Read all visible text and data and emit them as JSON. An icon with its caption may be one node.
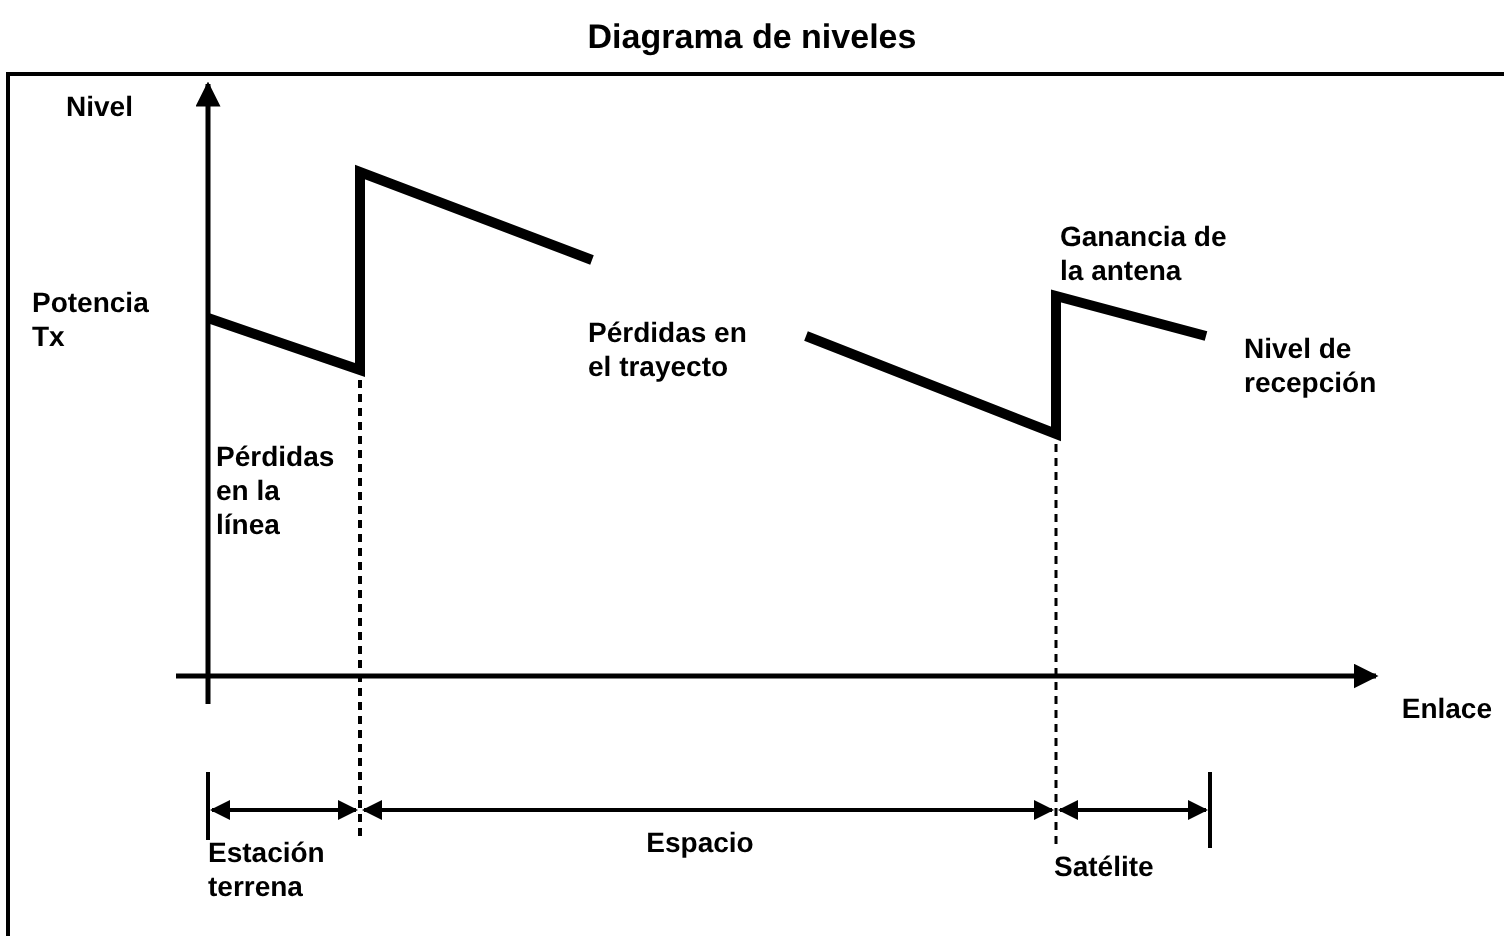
{
  "diagram": {
    "title": "Diagrama de niveles",
    "labels": [
      "Nivel",
      "Potencia Tx",
      "Ganancia de la antena",
      "Pérdidas en el trayecto",
      "Nivel de recepción",
      "Pérdidas en la línea",
      "Enlace",
      "Espacio",
      "Estación terrena",
      "Satélite"
    ]
  }
}
